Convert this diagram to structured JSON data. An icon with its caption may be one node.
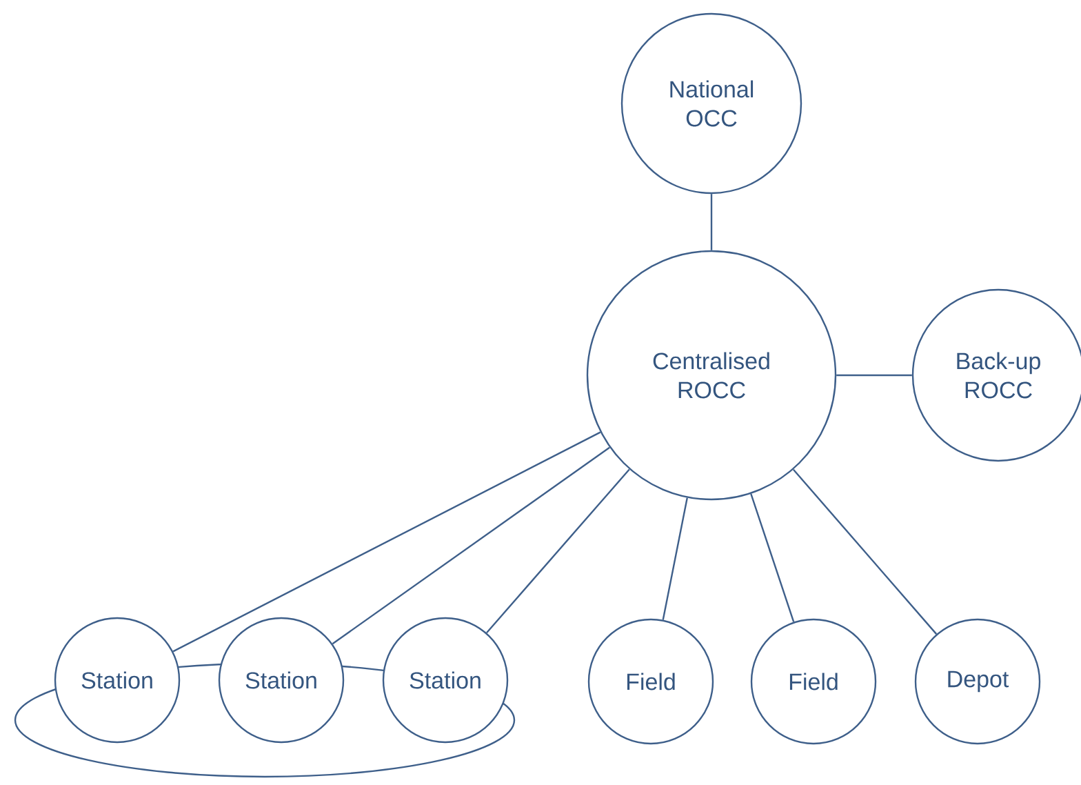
{
  "diagram": {
    "nodes": [
      {
        "text": [
          "National OCC"
        ]
      },
      {
        "text": [
          "Centralised ROCC"
        ]
      },
      {
        "text": [
          "Back-up ROCC"
        ]
      },
      {
        "text": [],
        "shape": "ellipse"
      },
      {
        "text": [
          "Station"
        ]
      },
      {
        "text": [
          "Station"
        ]
      },
      {
        "text": [
          "Station"
        ]
      },
      {
        "text": [
          "Field"
        ]
      },
      {
        "text": [
          "Field"
        ]
      },
      {
        "text": [
          "Depot"
        ]
      }
    ],
    "edges": [
      {
        "from": 0,
        "to": 1,
        "arrow": "none"
      },
      {
        "from": 1,
        "to": 2,
        "arrow": "none"
      },
      {
        "from": 1,
        "to": 4,
        "arrow": "none"
      },
      {
        "from": 1,
        "to": 5,
        "arrow": "none"
      },
      {
        "from": 1,
        "to": 6,
        "arrow": "none"
      },
      {
        "from": 1,
        "to": 7,
        "arrow": "none"
      },
      {
        "from": 1,
        "to": 8,
        "arrow": "none"
      },
      {
        "from": 1,
        "to": 9,
        "arrow": "none"
      }
    ]
  }
}
